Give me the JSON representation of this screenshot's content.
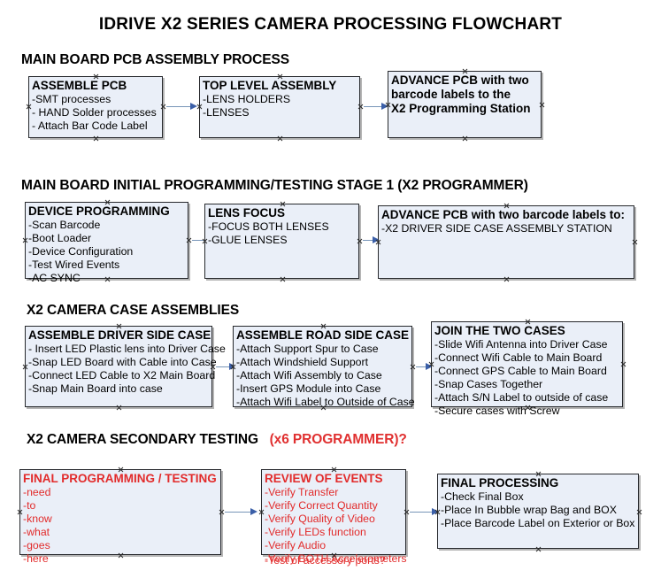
{
  "document": {
    "title": "IDRIVE X2  SERIES CAMERA PROCESSING FLOWCHART"
  },
  "colors": {
    "box_fill": "#eaeff8",
    "box_border": "#26282c",
    "connector": "#7795b8",
    "arrow": "#3b5fa8",
    "red_accent": "#e22b2b",
    "text": "#000000"
  },
  "sections": [
    {
      "heading": "MAIN BOARD PCB ASSEMBLY PROCESS",
      "heading_red": "",
      "boxes": [
        {
          "title": "ASSEMBLE PCB",
          "lines": [
            "-SMT processes",
            "- HAND Solder processes",
            "- Attach Bar Code Label"
          ]
        },
        {
          "title": "TOP LEVEL ASSEMBLY",
          "lines": [
            "-LENS HOLDERS",
            "-LENSES"
          ]
        },
        {
          "title": "ADVANCE PCB with two",
          "lines": [
            "barcode labels to the",
            " X2 Programming Station"
          ]
        }
      ]
    },
    {
      "heading": "MAIN BOARD INITIAL PROGRAMMING/TESTING STAGE 1 (X2 PROGRAMMER)",
      "heading_red": "",
      "boxes": [
        {
          "title": "DEVICE PROGRAMMING",
          "lines": [
            "-Scan Barcode",
            "-Boot Loader",
            "-Device Configuration",
            "-Test Wired Events",
            "-AC SYNC"
          ]
        },
        {
          "title": "LENS FOCUS",
          "lines": [
            "-FOCUS BOTH LENSES",
            "-GLUE LENSES"
          ]
        },
        {
          "title": "ADVANCE PCB with two barcode labels to:",
          "lines": [
            "-X2 DRIVER  SIDE  CASE  ASSEMBLY STATION"
          ]
        }
      ]
    },
    {
      "heading": "X2 CAMERA CASE ASSEMBLIES",
      "heading_red": "",
      "boxes": [
        {
          "title": "ASSEMBLE DRIVER SIDE CASE",
          "lines": [
            "- Insert LED Plastic lens into Driver Case",
            "-Snap LED Board with Cable into Case",
            "-Connect LED Cable to X2 Main Board",
            "-Snap Main Board into case"
          ]
        },
        {
          "title": "ASSEMBLE ROAD SIDE CASE",
          "lines": [
            "-Attach Support Spur to Case",
            "-Attach Windshield Support",
            "-Attach Wifi Assembly to Case",
            "-Insert GPS Module into Case",
            "-Attach Wifi Label to Outside of Case"
          ]
        },
        {
          "title": "JOIN THE TWO CASES",
          "lines": [
            "-Slide Wifi Antenna into Driver Case",
            "-Connect Wifi Cable to Main Board",
            "-Connect GPS Cable to Main Board",
            "-Snap Cases Together",
            "-Attach S/N Label to outside of case",
            "-Secure cases with Screw"
          ]
        }
      ]
    },
    {
      "heading": "X2 CAMERA SECONDARY TESTING",
      "heading_red": "(x6 PROGRAMMER)?",
      "boxes": [
        {
          "title": "FINAL PROGRAMMING / TESTING",
          "lines": [
            "-need",
            "-to",
            "-know",
            "-what",
            "-goes",
            "-here"
          ]
        },
        {
          "title": "REVIEW OF EVENTS",
          "lines": [
            "-Verify Transfer",
            "-Verify Correct Quantity",
            "-Verify Quality of Video",
            "-Verify LEDs function",
            "-Verify Audio",
            "-Verify BOTH Accelerometers"
          ],
          "overflow_line": "-Test of accessory ports?"
        },
        {
          "title": "FINAL PROCESSING",
          "lines": [
            " -Check Final Box",
            "-Place In Bubble wrap Bag and BOX",
            "-Place Barcode Label on Exterior or Box"
          ]
        }
      ]
    }
  ]
}
